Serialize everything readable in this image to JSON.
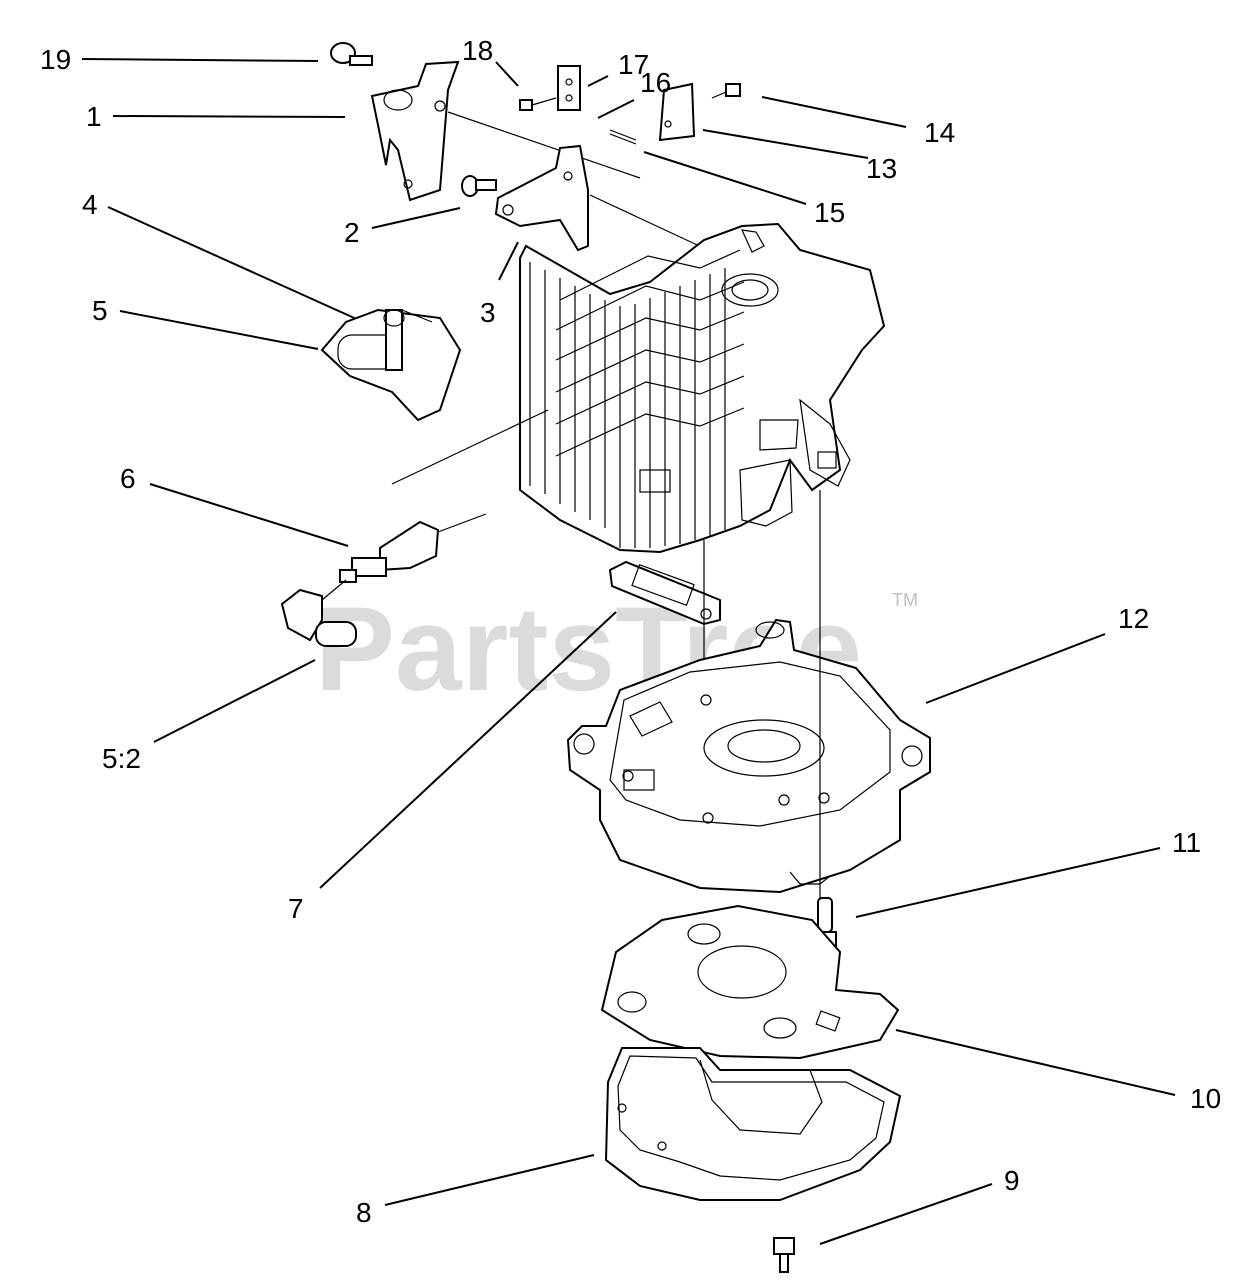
{
  "watermark": {
    "text": "PartsTree",
    "trademark": "TM",
    "color": "#bfbfbf"
  },
  "callouts": [
    {
      "id": "19",
      "label": "19"
    },
    {
      "id": "1",
      "label": "1"
    },
    {
      "id": "18",
      "label": "18"
    },
    {
      "id": "17",
      "label": "17"
    },
    {
      "id": "16",
      "label": "16"
    },
    {
      "id": "14",
      "label": "14"
    },
    {
      "id": "13",
      "label": "13"
    },
    {
      "id": "15",
      "label": "15"
    },
    {
      "id": "2",
      "label": "2"
    },
    {
      "id": "3",
      "label": "3"
    },
    {
      "id": "4",
      "label": "4"
    },
    {
      "id": "5",
      "label": "5"
    },
    {
      "id": "6",
      "label": "6"
    },
    {
      "id": "5-2",
      "label": "5:2"
    },
    {
      "id": "7",
      "label": "7"
    },
    {
      "id": "12",
      "label": "12"
    },
    {
      "id": "11",
      "label": "11"
    },
    {
      "id": "10",
      "label": "10"
    },
    {
      "id": "8",
      "label": "8"
    },
    {
      "id": "9",
      "label": "9"
    }
  ]
}
